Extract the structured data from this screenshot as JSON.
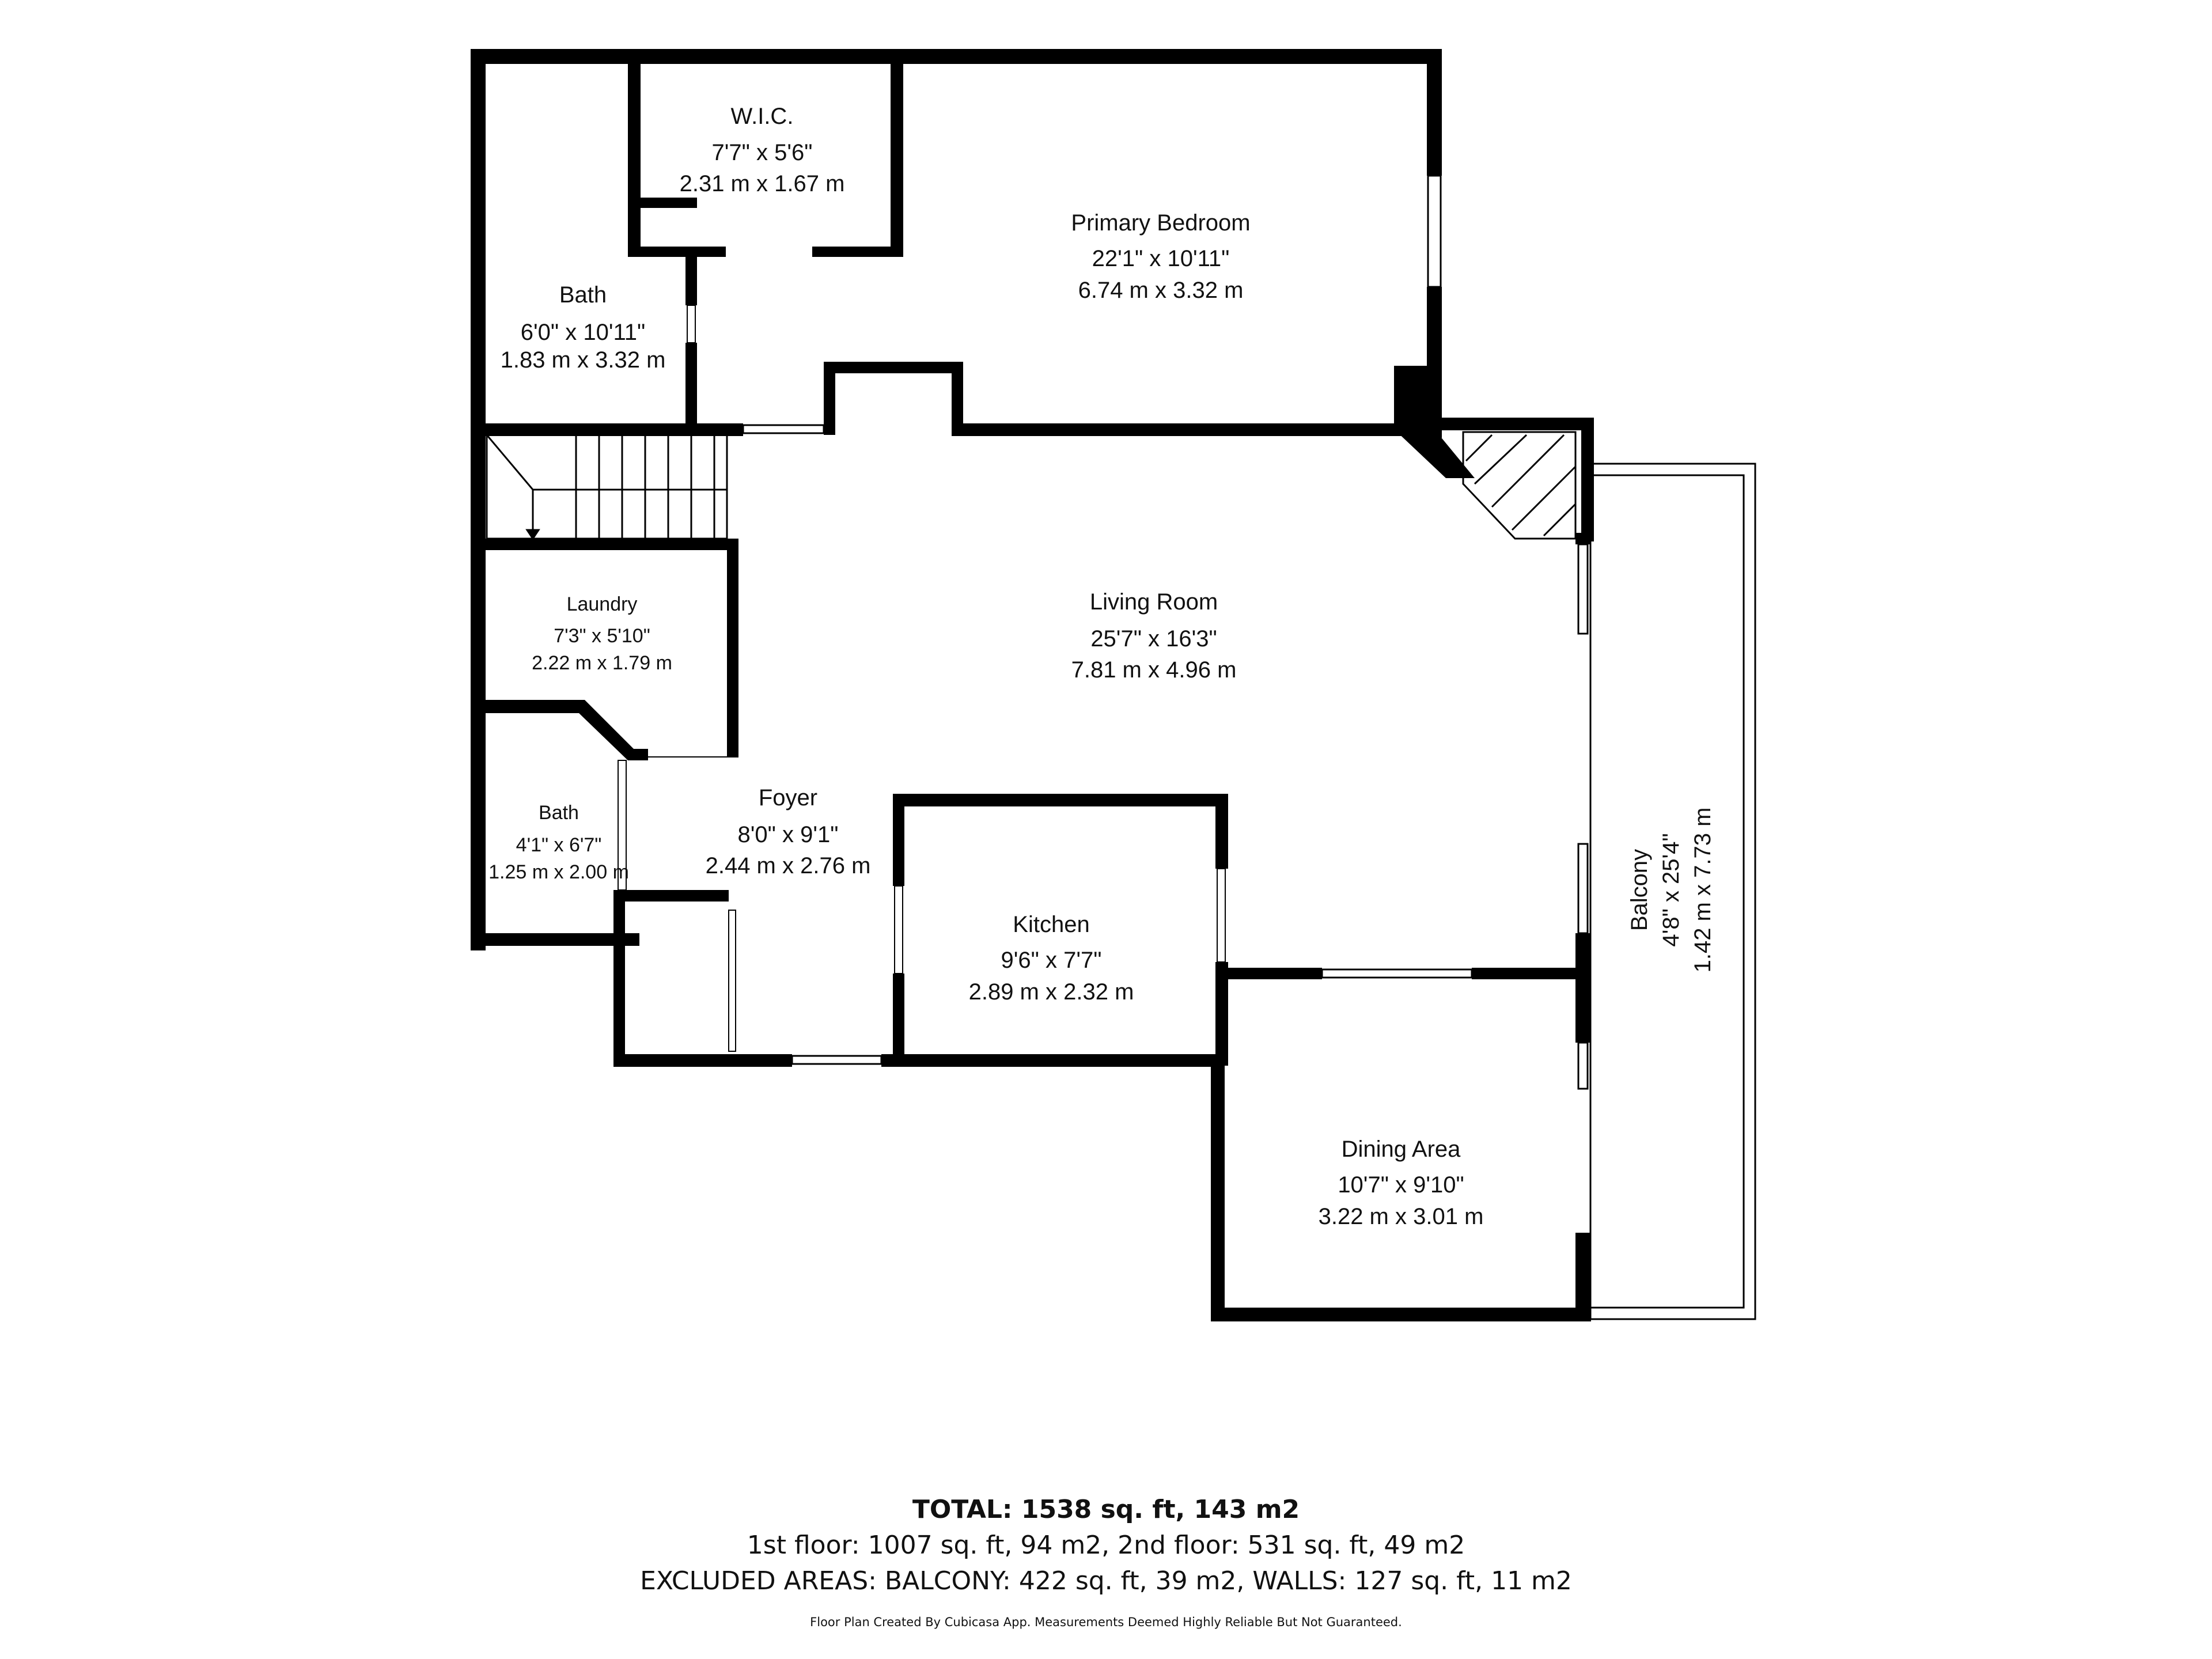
{
  "rooms": {
    "wic": {
      "name": "W.I.C.",
      "imperial": "7'7\" x 5'6\"",
      "metric": "2.31 m x 1.67 m"
    },
    "primary": {
      "name": "Primary Bedroom",
      "imperial": "22'1\" x 10'11\"",
      "metric": "6.74 m x 3.32 m"
    },
    "bath1": {
      "name": "Bath",
      "imperial": "6'0\" x 10'11\"",
      "metric": "1.83 m x 3.32 m"
    },
    "living": {
      "name": "Living Room",
      "imperial": "25'7\" x 16'3\"",
      "metric": "7.81 m x 4.96 m"
    },
    "laundry": {
      "name": "Laundry",
      "imperial": "7'3\" x 5'10\"",
      "metric": "2.22 m x 1.79 m"
    },
    "bath2": {
      "name": "Bath",
      "imperial": "4'1\" x 6'7\"",
      "metric": "1.25 m x 2.00 m"
    },
    "foyer": {
      "name": "Foyer",
      "imperial": "8'0\" x 9'1\"",
      "metric": "2.44 m x 2.76 m"
    },
    "kitchen": {
      "name": "Kitchen",
      "imperial": "9'6\" x 7'7\"",
      "metric": "2.89 m x 2.32 m"
    },
    "dining": {
      "name": "Dining Area",
      "imperial": "10'7\" x 9'10\"",
      "metric": "3.22 m x 3.01 m"
    },
    "balcony": {
      "name": "Balcony",
      "imperial": "4'8\" x 25'4\"",
      "metric": "1.42 m x 7.73 m"
    }
  },
  "summary": {
    "total": "TOTAL: 1538 sq. ft, 143 m2",
    "floors": "1st floor: 1007 sq. ft, 94 m2, 2nd floor: 531 sq. ft, 49 m2",
    "excluded": "EXCLUDED AREAS: BALCONY: 422 sq. ft, 39 m2, WALLS: 127 sq. ft, 11 m2",
    "credit": "Floor Plan Created By Cubicasa App. Measurements Deemed Highly Reliable But Not Guaranteed."
  },
  "colors": {
    "wall": "#000000",
    "background": "#ffffff"
  }
}
